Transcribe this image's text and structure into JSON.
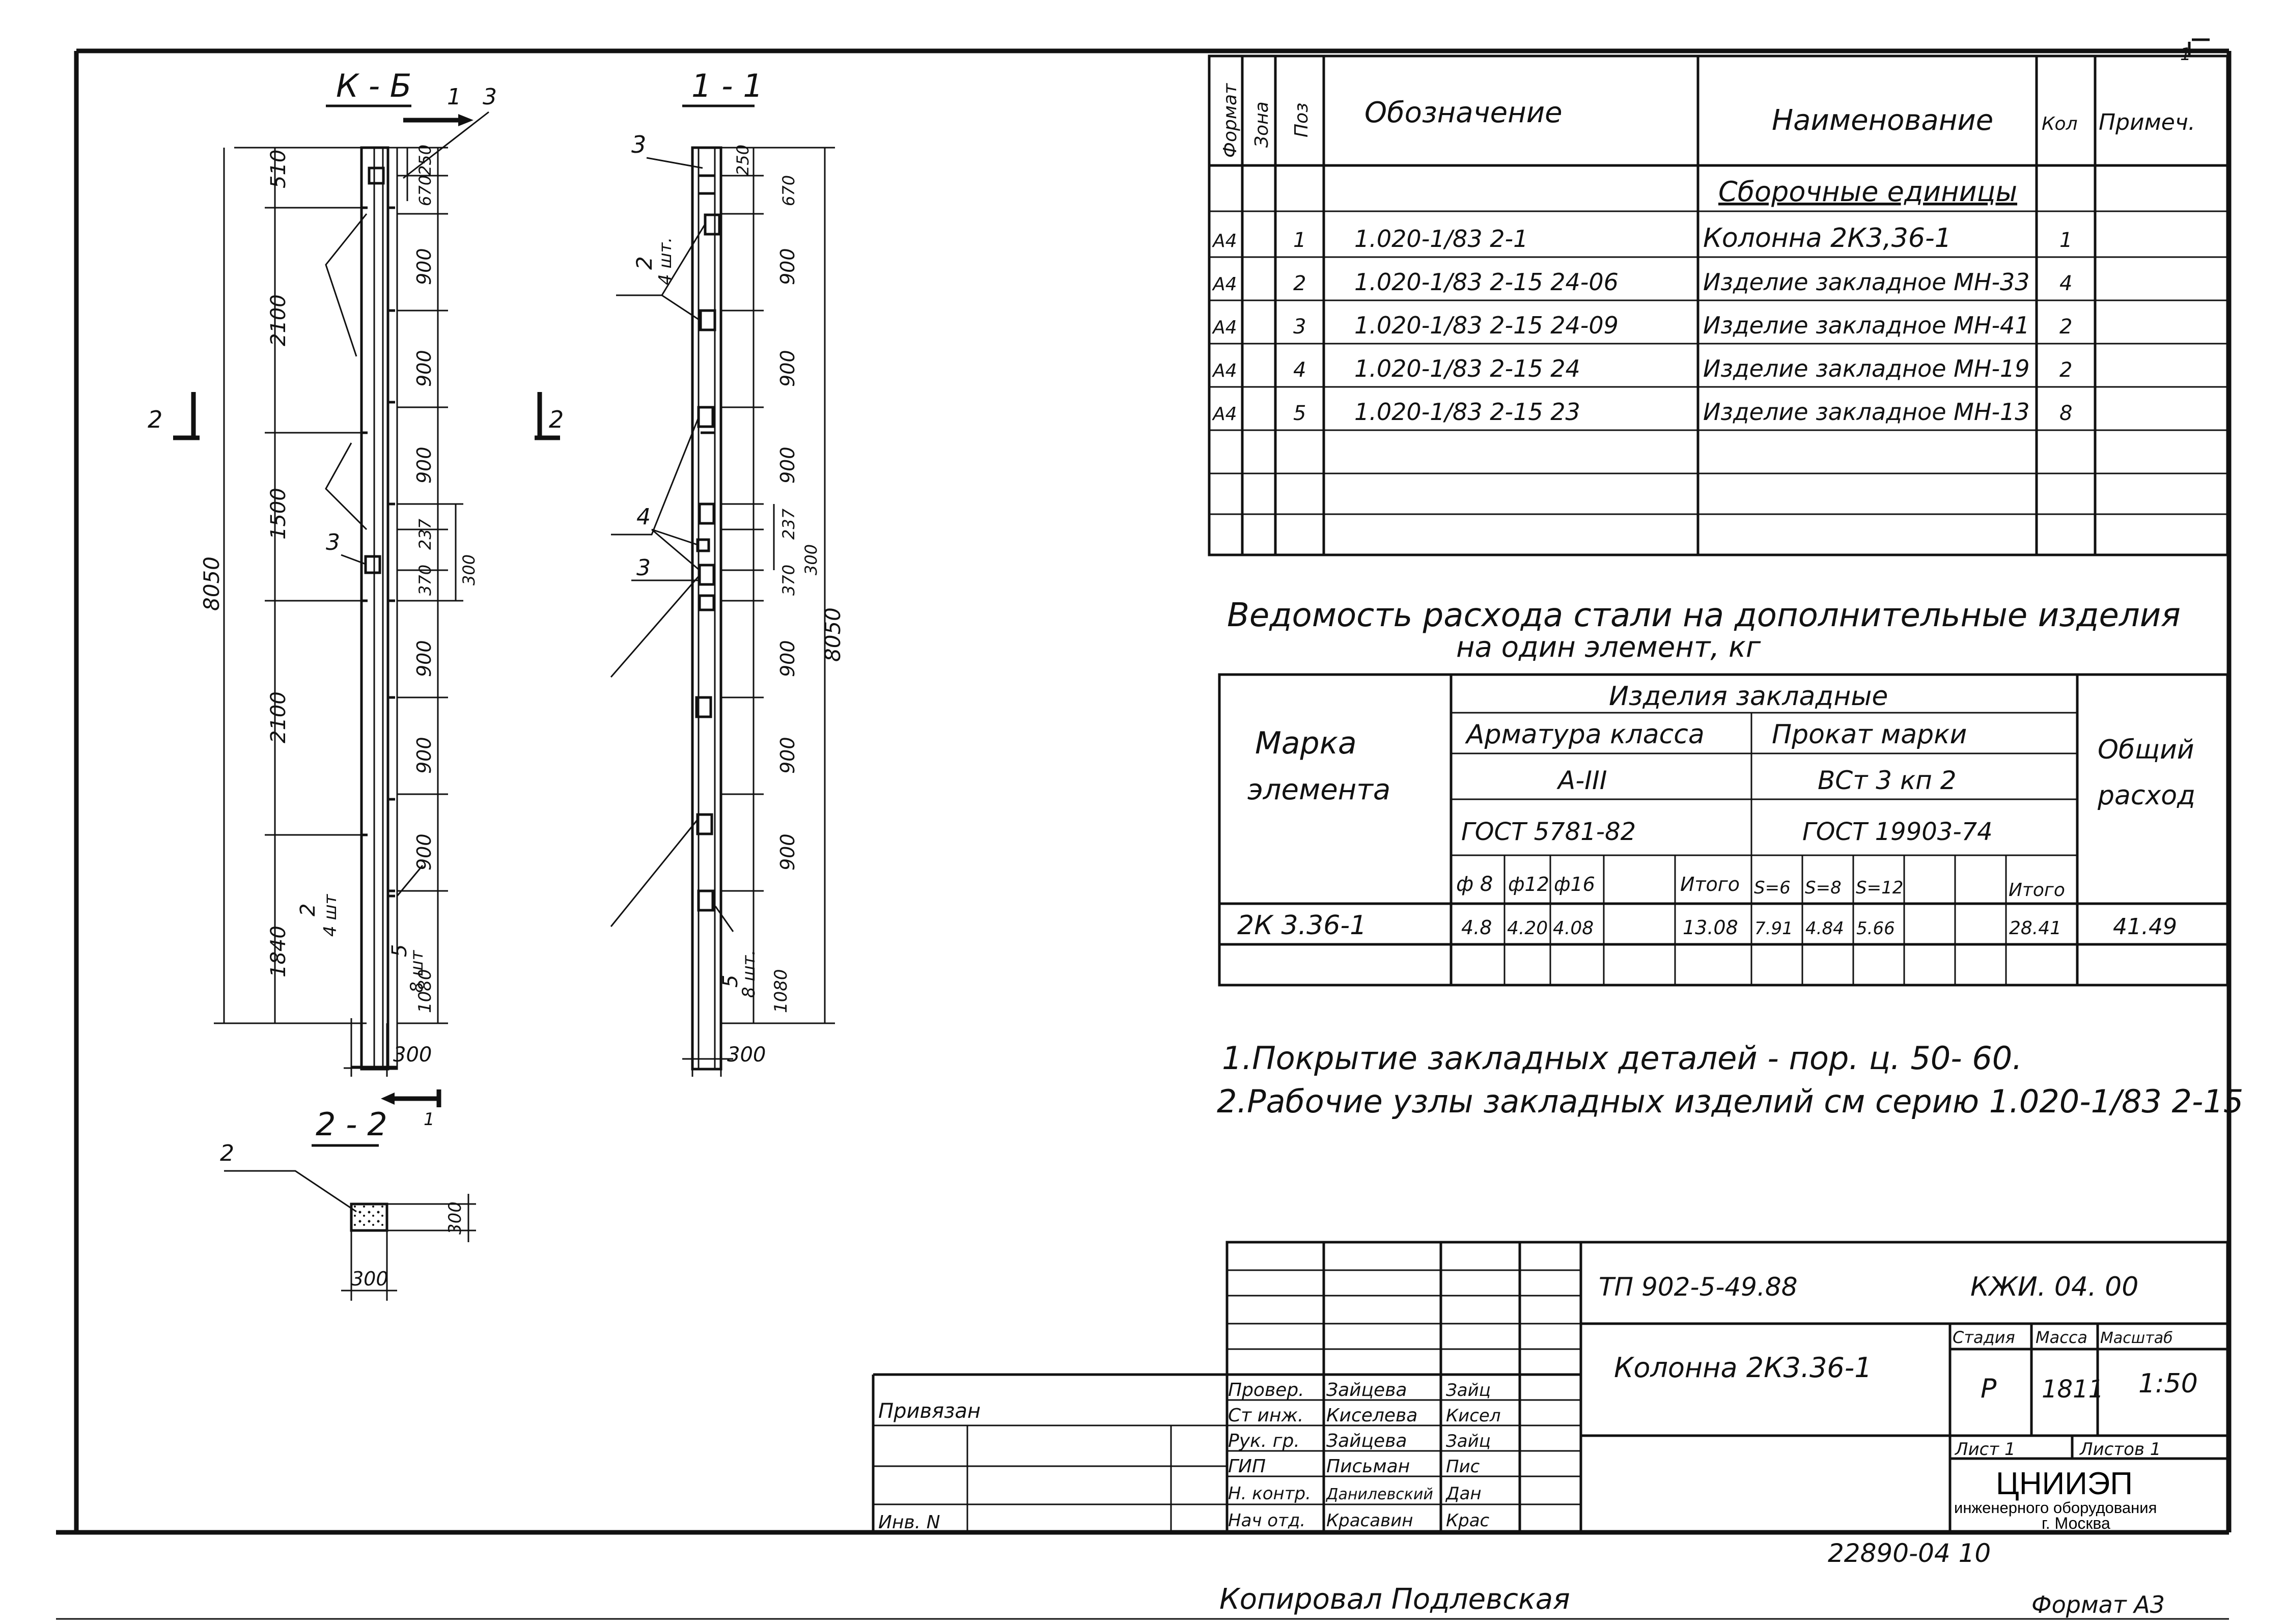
{
  "frame": {
    "corner_mark": "1"
  },
  "view_kb": {
    "title": "К - Б",
    "section_marks": [
      "1",
      "3"
    ],
    "side_marks": [
      "2",
      "2"
    ],
    "bottom_mark": "1",
    "pos_labels": [
      "3",
      "2",
      "4 шт",
      "5",
      "8 шт"
    ],
    "left_dims": [
      "510",
      "2100",
      "1500",
      "2100",
      "1840"
    ],
    "overall": "8050",
    "right_dims": [
      "250",
      "670",
      "900",
      "900",
      "900",
      "237",
      "370",
      "300",
      "900",
      "900",
      "900",
      "1080"
    ],
    "width": "300"
  },
  "view_11": {
    "title": "1 - 1",
    "pos_labels": [
      "3",
      "2",
      "4 шт.",
      "4",
      "3",
      "5",
      "8 шт."
    ],
    "right_dims": [
      "250",
      "670",
      "900",
      "900",
      "900",
      "237",
      "300",
      "370",
      "900",
      "900",
      "900",
      "1080"
    ],
    "overall": "8050",
    "width": "300"
  },
  "view_22": {
    "title": "2 - 2",
    "pos": "2",
    "dim_h": "300",
    "dim_w": "300"
  },
  "spec": {
    "headers": [
      "Формат",
      "Зона",
      "Поз",
      "Обозначение",
      "Наименование",
      "Кол",
      "Примеч."
    ],
    "section": "Сборочные единицы",
    "rows": [
      {
        "fmt": "А4",
        "zone": "",
        "pos": "1",
        "des": "1.020-1/83   2-1",
        "name": "Колонна   2К3,36-1",
        "qty": "1",
        "note": ""
      },
      {
        "fmt": "А4",
        "zone": "",
        "pos": "2",
        "des": "1.020-1/83   2-15   24-06",
        "name": "Изделие закладное  МН-33",
        "qty": "4",
        "note": ""
      },
      {
        "fmt": "А4",
        "zone": "",
        "pos": "3",
        "des": "1.020-1/83   2-15   24-09",
        "name": "Изделие закладное  МН-41",
        "qty": "2",
        "note": ""
      },
      {
        "fmt": "А4",
        "zone": "",
        "pos": "4",
        "des": "1.020-1/83   2-15   24",
        "name": "Изделие закладное  МН-19",
        "qty": "2",
        "note": ""
      },
      {
        "fmt": "А4",
        "zone": "",
        "pos": "5",
        "des": "1.020-1/83   2-15   23",
        "name": "Изделие закладное  МН-13",
        "qty": "8",
        "note": ""
      }
    ]
  },
  "steel": {
    "title1": "Ведомость расхода стали на дополнительные изделия",
    "title2": "на один элемент, кг",
    "h_mark1": "Марка",
    "h_mark2": "элемента",
    "h_embedded": "Изделия закладные",
    "h_rebar": "Арматура класса",
    "h_rebar_cls": "А-III",
    "h_rebar_std": "ГОСТ 5781-82",
    "h_rolled": "Прокат марки",
    "h_rolled_cls": "ВСт 3 кп 2",
    "h_rolled_std": "ГОСТ 19903-74",
    "h_total1": "Общий",
    "h_total2": "расход",
    "sub": [
      "ф 8",
      "ф12",
      "ф16",
      "",
      "Итого",
      "S=6",
      "S=8",
      "S=12",
      "",
      "",
      "Итого"
    ],
    "row": [
      "2К 3.36-1",
      "4.8",
      "4.20",
      "4.08",
      "",
      "13.08",
      "7.91",
      "4.84",
      "5.66",
      "",
      "",
      "28.41",
      "41.49"
    ]
  },
  "notes": [
    "1.Покрытие закладных деталей - пор. ц. 50- 60.",
    "2.Рабочие узлы закладных изделий см серию 1.020-1/83 2-15"
  ],
  "stamp": {
    "code": "ТП 902-5-49.88",
    "doc": "КЖИ. 04. 00",
    "title": "Колонна 2К3.36-1",
    "stage_h": "Стадия",
    "mass_h": "Масса",
    "scale_h": "Масштаб",
    "stage": "Р",
    "mass": "1811",
    "scale": "1:50",
    "sheet": "Лист 1",
    "sheets": "Листов 1",
    "org1": "ЦНИИЭП",
    "org2": "инженерного оборудования",
    "org3": "г. Москва",
    "people": [
      {
        "role": "Провер.",
        "name": "Зайцева",
        "sign": "Зайц"
      },
      {
        "role": "Ст инж.",
        "name": "Киселева",
        "sign": "Кисел"
      },
      {
        "role": "Рук. гр.",
        "name": "Зайцева",
        "sign": "Зайц"
      },
      {
        "role": "ГИП",
        "name": "Письман",
        "sign": "Пис"
      },
      {
        "role": "Н. контр.",
        "name": "Данилевский",
        "sign": "Дан"
      },
      {
        "role": "Нач отд.",
        "name": "Красавин",
        "sign": "Крас"
      }
    ],
    "privyazan": "Привязан",
    "inv": "Инв. N"
  },
  "footer": {
    "number": "22890-04  10",
    "copied": "Копировал   Подлевская",
    "format": "Формат А3"
  }
}
